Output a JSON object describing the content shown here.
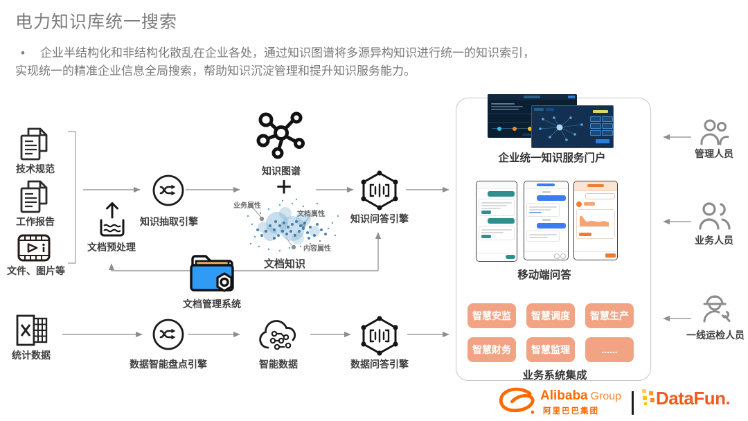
{
  "slide": {
    "title": "电力知识库统一搜索",
    "bullet_marker": "•",
    "bullet_line1": "企业半结构化和非结构化散乱在企业各处，通过知识图谱将多源异构知识进行统一的知识索引，",
    "bullet_line2": "实现统一的精准企业信息全局搜索，帮助知识沉淀管理和提升知识服务能力。"
  },
  "sources": {
    "tech_spec": "技术规范",
    "work_report": "工作报告",
    "files_media": "文件、图片等",
    "statistics": "统计数据"
  },
  "pipeline": {
    "doc_preprocess": "文档预处理",
    "knowledge_extract_engine": "知识抽取引擎",
    "knowledge_graph": "知识图谱",
    "plus_sign": "+",
    "doc_knowledge": "文档知识",
    "scatter_labels": {
      "business": "业务属性",
      "document": "文档属性",
      "content": "内容属性"
    },
    "doc_mgmt_system": "文档管理系统",
    "knowledge_qa_engine": "知识问答引擎",
    "data_inventory_engine": "数据智能盘点引擎",
    "smart_data": "智能数据",
    "data_qa_engine": "数据问答引擎"
  },
  "service_panel": {
    "portal_caption": "企业统一知识服务门户",
    "mobile_caption": "移动端问答",
    "systems_caption": "业务系统集成",
    "systems": [
      "智慧安监",
      "智慧调度",
      "智慧生产",
      "智慧财务",
      "智慧监理",
      "......"
    ]
  },
  "users": {
    "manager": "管理人员",
    "business": "业务人员",
    "frontline": "一线运检人员"
  },
  "footer": {
    "alibaba_en": "Alibaba",
    "alibaba_group": "Group",
    "alibaba_cn": "阿里巴巴集团",
    "datafun": "DataFun."
  },
  "icons": [
    "document-icon",
    "media-file-icon",
    "spreadsheet-icon",
    "shuffle-engine-icon",
    "upload-preprocess-icon",
    "knowledge-graph-icon",
    "document-scatter",
    "folder-gear-icon",
    "hexagon-qa-icon",
    "cloud-circuit-icon",
    "manager-people-icon",
    "business-people-icon",
    "frontline-worker-icon",
    "alibaba-logo",
    "datafun-logo"
  ],
  "colors": {
    "title_gray": "#7C7C7C",
    "body_gray": "#7A7A7A",
    "label_dark": "#3E3E3E",
    "arrow_gray": "#9A9A9A",
    "icon_black": "#1A1A1A",
    "folder_blue": "#2F9BF4",
    "folder_tab_orange": "#F2A75F",
    "scatter_blue": "#5B9EC9",
    "system_button_salmon": "#F2A384",
    "panel_border": "#C6C6C6",
    "alibaba_orange": "#FF6A00",
    "datafun_orange": "#EF5A1E",
    "dashboard_navy": "#0B1F33",
    "phone_teal": "#2E8F8F",
    "phone_blue": "#3D7BF2",
    "phone_orange": "#EF7C31"
  }
}
